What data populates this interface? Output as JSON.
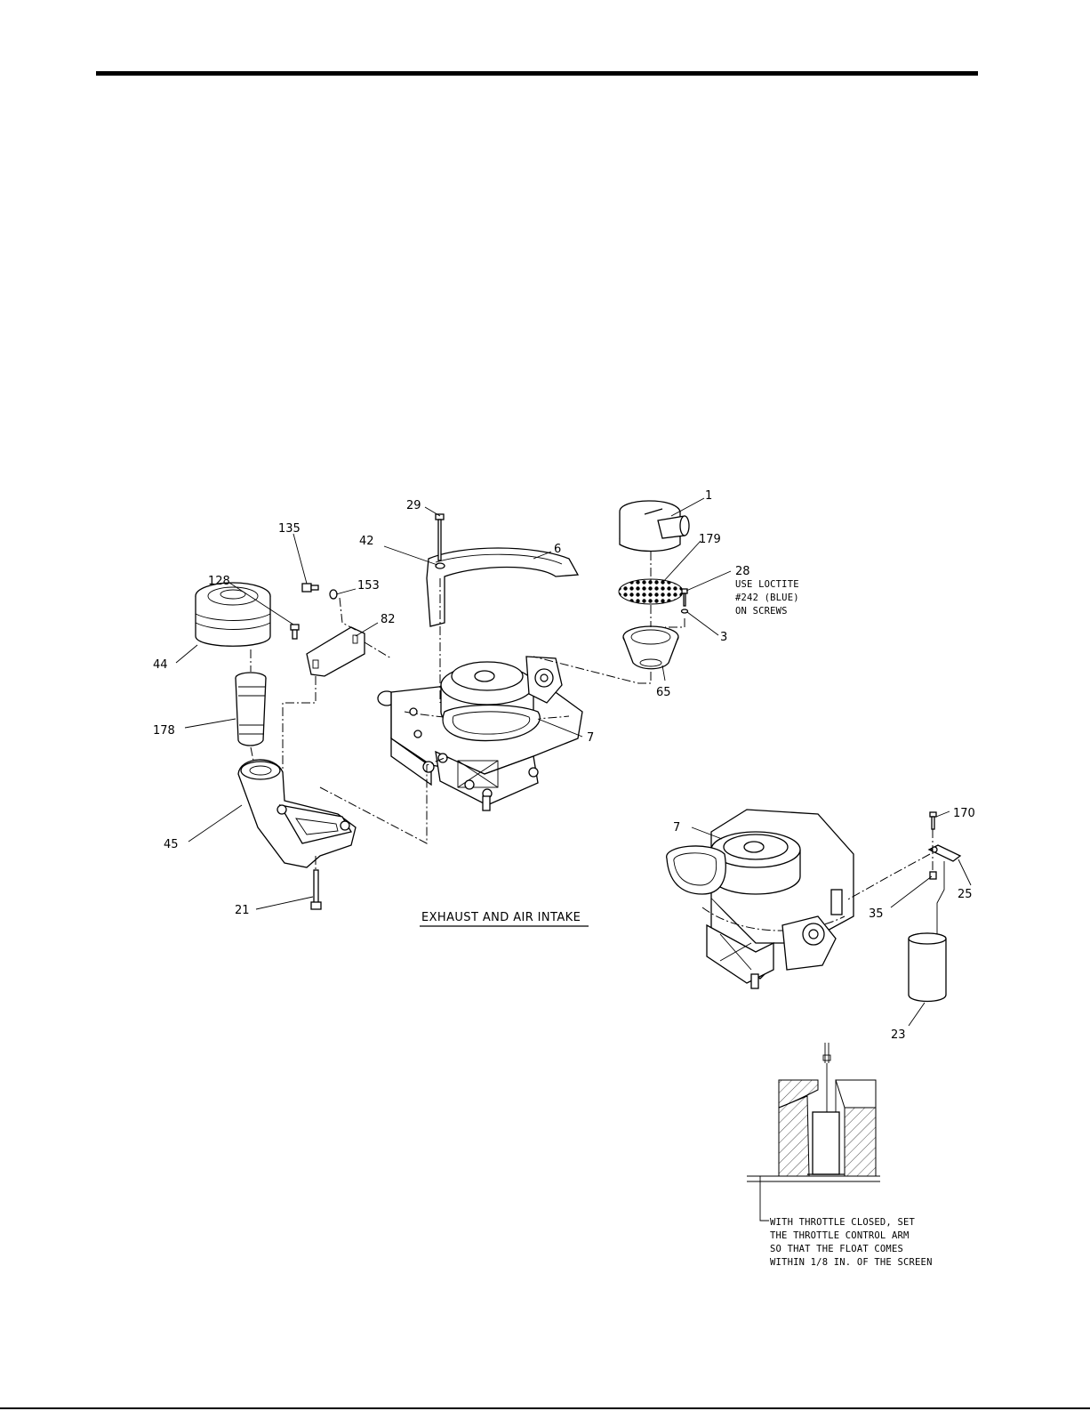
{
  "diagram": {
    "caption": "EXHAUST AND AIR INTAKE",
    "note_loctite": [
      "USE LOCTITE",
      "#242 (BLUE)",
      "ON SCREWS"
    ],
    "note_throttle": [
      "WITH THROTTLE CLOSED, SET",
      "THE THROTTLE CONTROL ARM",
      "SO THAT THE FLOAT COMES",
      "WITHIN 1/8 IN. OF THE SCREEN"
    ],
    "callouts": {
      "p1": "1",
      "p179": "179",
      "p28": "28",
      "p3": "3",
      "p65": "65",
      "p29": "29",
      "p42": "42",
      "p6": "6",
      "p7a": "7",
      "p135": "135",
      "p153": "153",
      "p128": "128",
      "p82": "82",
      "p44": "44",
      "p178": "178",
      "p45": "45",
      "p21": "21",
      "p7b": "7",
      "p170": "170",
      "p25": "25",
      "p35": "35",
      "p23": "23"
    }
  }
}
